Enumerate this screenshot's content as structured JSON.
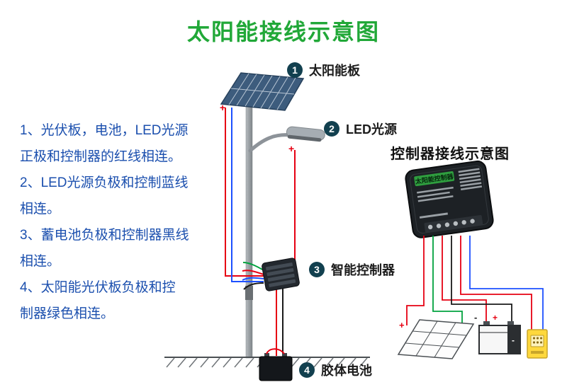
{
  "title": "太阳能接线示意图",
  "instructions": {
    "lines": [
      "1、光伏板，电池，LED光源",
      "正极和控制器的红线相连。",
      "2、LED光源负极和控制蓝线",
      "相连。",
      "3、蓄电池负极和控制器黑线",
      "相连。",
      "4、太阳能光伏板负极和控",
      "制器绿色相连。"
    ]
  },
  "callouts": [
    {
      "num": "1",
      "label": "太阳能板"
    },
    {
      "num": "2",
      "label": "LED光源"
    },
    {
      "num": "3",
      "label": "智能控制器"
    },
    {
      "num": "4",
      "label": "胶体电池"
    }
  ],
  "controller_diagram": {
    "title": "控制器接线示意图",
    "device_label": "太阳能控制器"
  },
  "symbols": {
    "plus": "+",
    "minus": "-"
  },
  "colors": {
    "title_green": "#21a838",
    "text_blue": "#1b4fae",
    "badge_dark": "#12404f",
    "wire_red": "#e60012",
    "wire_blue": "#1d50ff",
    "wire_green": "#00a23e",
    "wire_black": "#1a1a1a",
    "led_yellow": "#ffd83d"
  }
}
